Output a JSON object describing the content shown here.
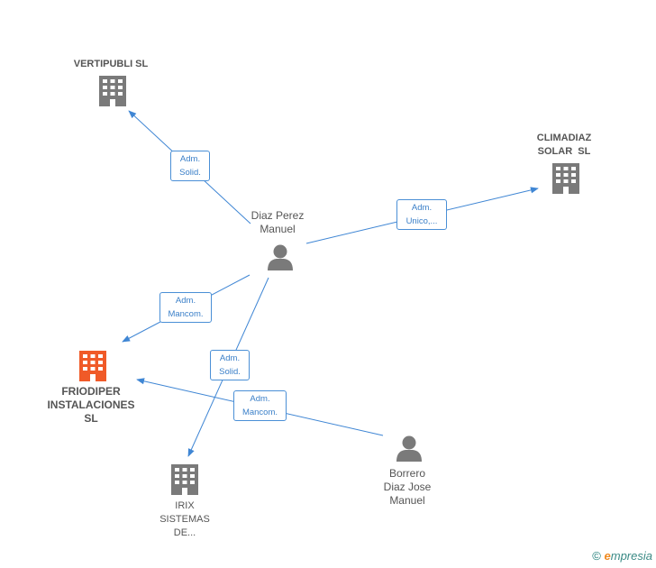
{
  "colors": {
    "edge": "#3f86d4",
    "building": "#7a7a7a",
    "building_main": "#f05a28",
    "person": "#7a7a7a"
  },
  "nodes": {
    "vertipubli": {
      "label": "VERTIPUBLI SL",
      "icon": "building-icon"
    },
    "climadiaz": {
      "label_line1": "CLIMADIAZ",
      "label_line2": "SOLAR  SL",
      "icon": "building-icon"
    },
    "friodiper": {
      "label_line1": "FRIODIPER",
      "label_line2": "INSTALACIONES",
      "label_line3": "SL",
      "icon": "building-icon"
    },
    "irix": {
      "label_line1": "IRIX",
      "label_line2": "SISTEMAS",
      "label_line3": "DE...",
      "icon": "building-icon"
    },
    "diaz_perez": {
      "label_line1": "Diaz Perez",
      "label_line2": "Manuel",
      "icon": "person-icon"
    },
    "borrero": {
      "label_line1": "Borrero",
      "label_line2": "Diaz Jose",
      "label_line3": "Manuel",
      "icon": "person-icon"
    }
  },
  "edges": {
    "to_vertipubli": {
      "line1": "Adm.",
      "line2": "Solid."
    },
    "to_climadiaz": {
      "line1": "Adm.",
      "line2": "Unico,..."
    },
    "diaz_to_friodiper": {
      "line1": "Adm.",
      "line2": "Mancom."
    },
    "to_irix": {
      "line1": "Adm.",
      "line2": "Solid."
    },
    "borrero_to_friodiper": {
      "line1": "Adm.",
      "line2": "Mancom."
    }
  },
  "footer": {
    "copyright": "©",
    "brand_e": "e",
    "brand_rest": "mpresia"
  }
}
